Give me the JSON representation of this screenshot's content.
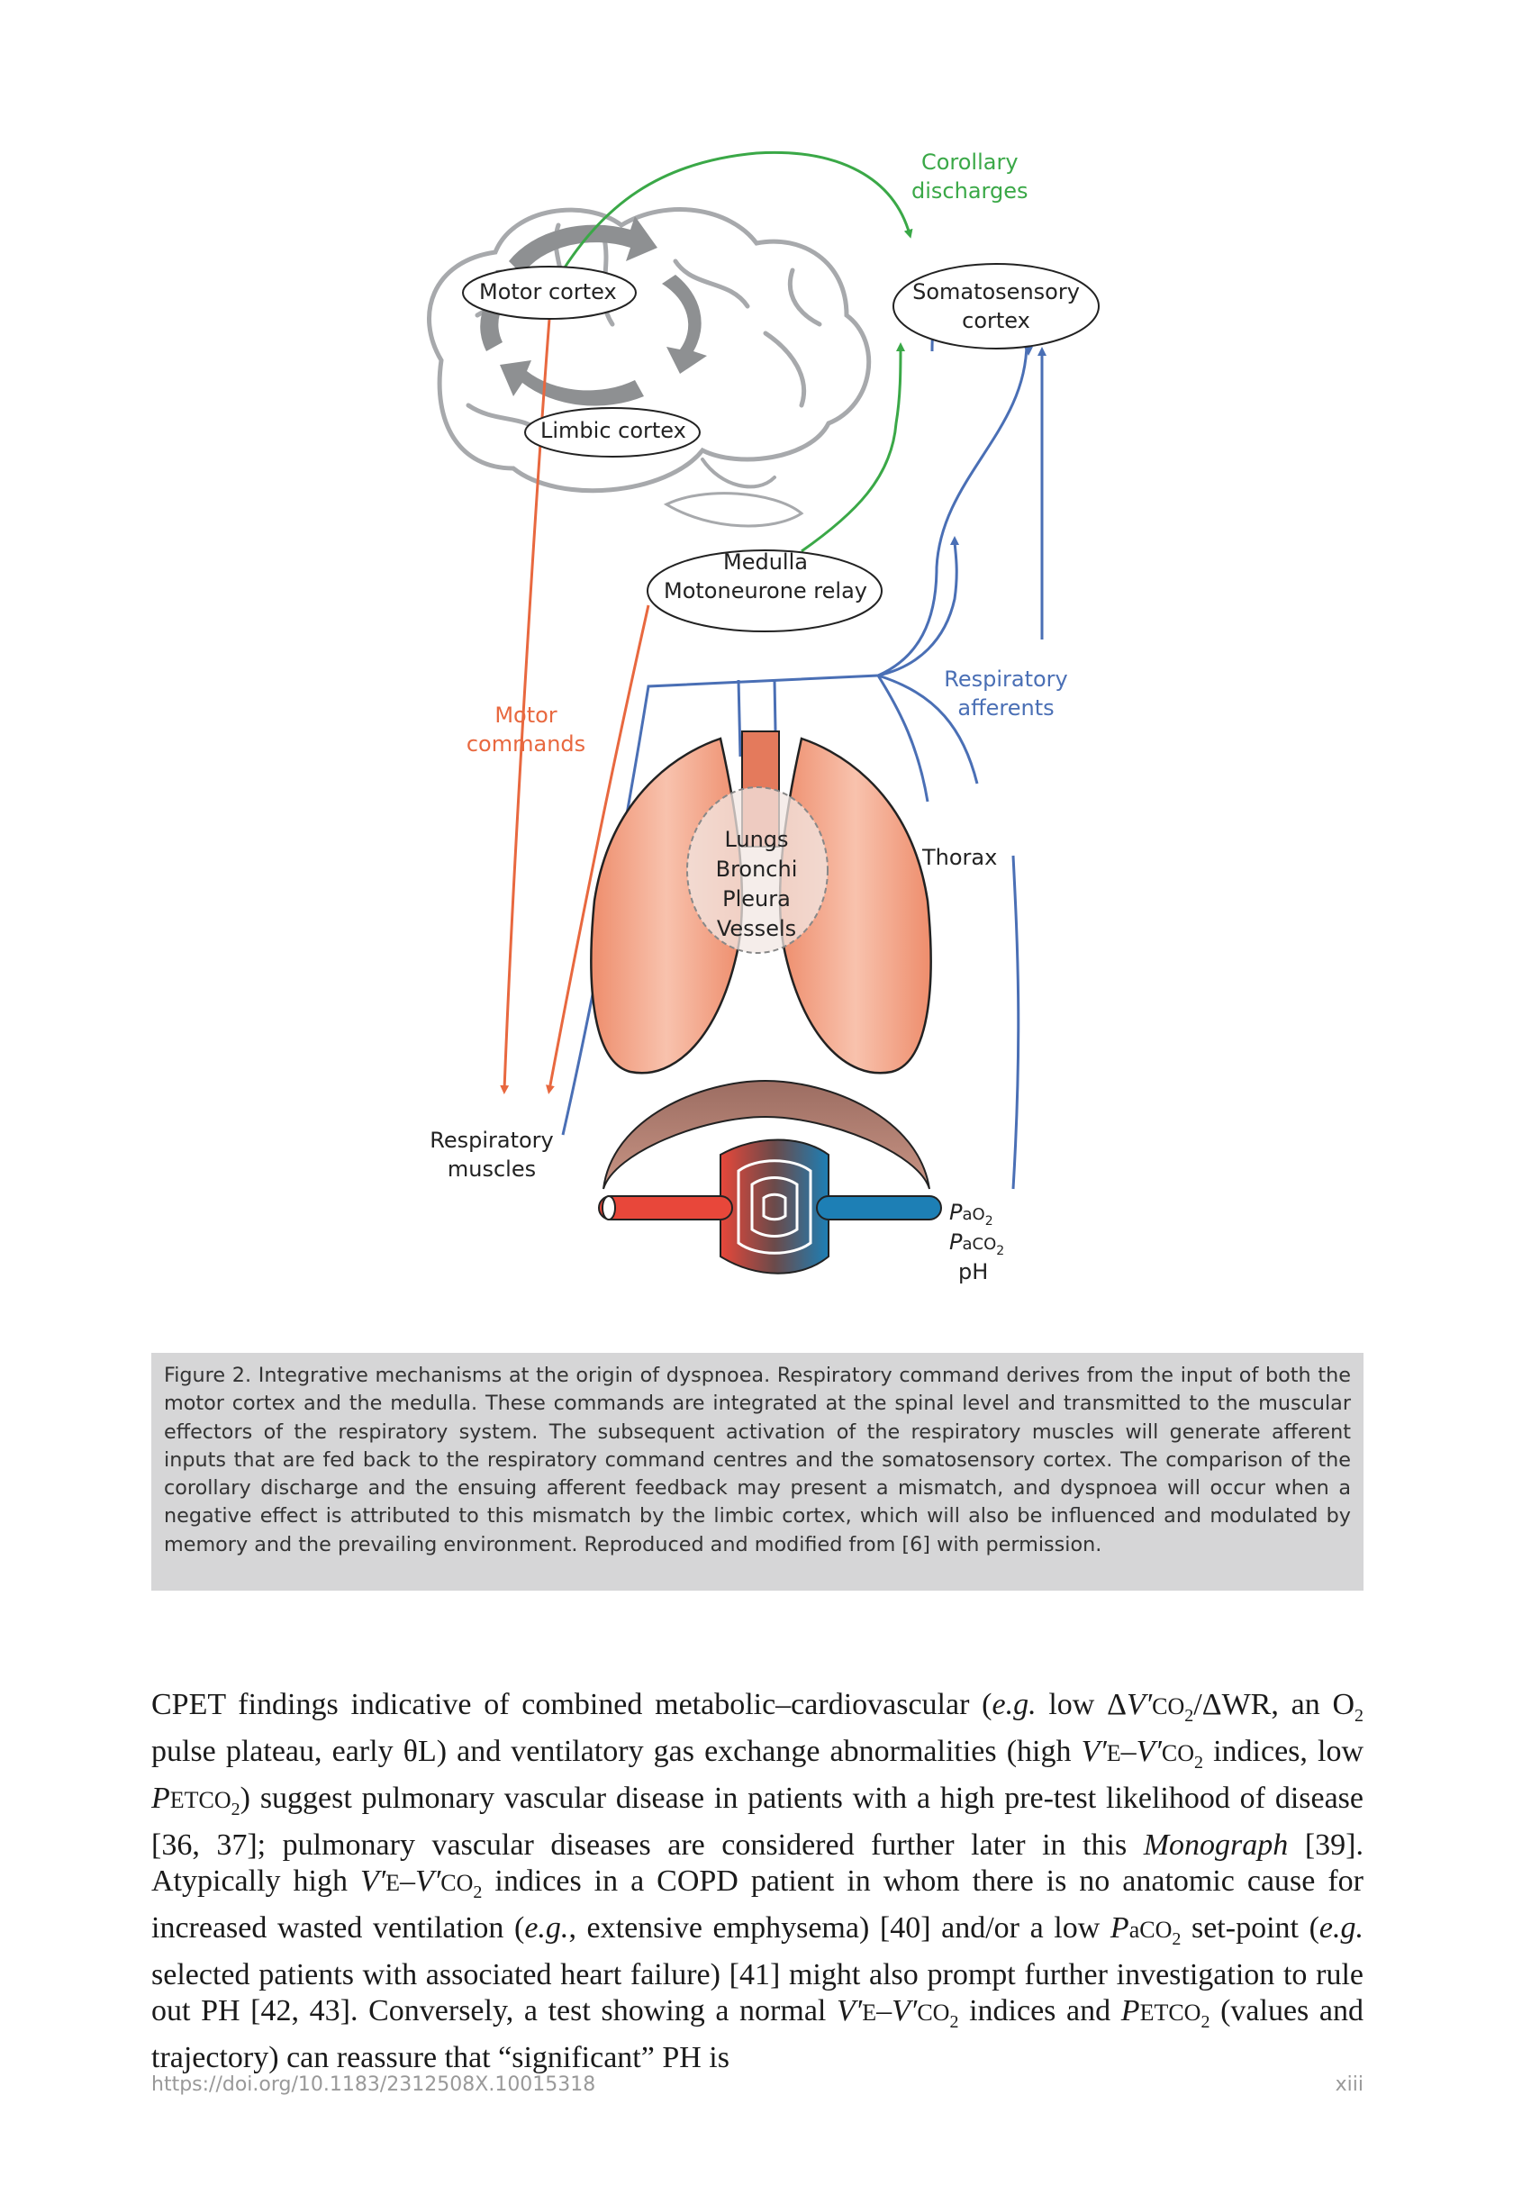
{
  "figure": {
    "labels": {
      "corollary": "Corollary\ndischarges",
      "motor_cortex": "Motor cortex",
      "somatosensory": "Somatosensory\ncortex",
      "limbic": "Limbic cortex",
      "medulla": "Medulla\nMotoneurone relay",
      "respiratory_afferents": "Respiratory\nafferents",
      "motor_commands": "Motor\ncommands",
      "lungs": "Lungs\nBronchi\nPleura\nVessels",
      "thorax": "Thorax",
      "resp_muscles": "Respiratory\nmuscles",
      "pao2": "Pao2",
      "paco2": "Paco2",
      "ph": "pH"
    },
    "colors": {
      "green": "#3aa847",
      "orange": "#e8683f",
      "blue": "#4a6fb5",
      "brain": "#a7a9ac",
      "lung": "#f2a083"
    }
  },
  "caption": "Figure 2. Integrative mechanisms at the origin of dyspnoea. Respiratory command derives from the input of both the motor cortex and the medulla. These commands are integrated at the spinal level and transmitted to the muscular effectors of the respiratory system. The subsequent activation of the respiratory muscles will generate afferent inputs that are fed back to the respiratory command centres and the somatosensory cortex. The comparison of the corollary discharge and the ensuing afferent feedback may present a mismatch, and dyspnoea will occur when a negative effect is attributed to this mismatch by the limbic cortex, which will also be influenced and modulated by memory and the prevailing environment. Reproduced and modified from [6] with permission.",
  "body": {
    "t1": "CPET findings indicative of combined metabolic–cardiovascular (",
    "eg1": "e.g.",
    "t2": " low Δ",
    "vco2_a": "V′",
    "co2_a": "CO",
    "t3": "/ΔWR, an O",
    "t4": " pulse plateau, early θL) and ventilatory gas exchange abnormalities (high ",
    "ve_a": "V′",
    "e_a": "E",
    "dash_a": "–",
    "vc_a": "V′",
    "co2_b": "CO",
    "t5": " indices, low ",
    "p_a": "P",
    "etco2_a": "ETCO",
    "t6": ") suggest pulmonary vascular disease in patients with a high pre-test likelihood of disease [36, 37]; pulmonary vascular diseases are considered further later in this ",
    "monograph": "Monograph",
    "t7": " [39]. Atypically high ",
    "ve_b": "V′",
    "e_b": "E",
    "dash_b": "–",
    "vc_b": "V′",
    "co2_c": "CO",
    "t8": " indices  in a COPD patient in whom there is no anatomic cause for increased wasted ventilation (",
    "eg2": "e.g.",
    "t9": ", extensive emphysema) [40] and/or a low ",
    "pa_a": "P",
    "aco2_a": "a",
    "aco2_b": "CO",
    "t10": " set-point (",
    "eg3": "e.g.",
    "t11": " selected patients with associated heart failure) [41] might also prompt further investigation to rule out PH [42, 43]. Conversely, a test showing a normal ",
    "ve_c": "V′",
    "e_c": "E",
    "dash_c": "–",
    "vc_c": "V′",
    "co2_d": "CO",
    "t12": " indices and ",
    "p_b": "P",
    "etco2_b": "ETCO",
    "t13": " (values and trajectory) can reassure that “significant” PH is",
    "sub2": "2"
  },
  "footer": {
    "doi": "https://doi.org/10.1183/2312508X.10015318",
    "page": "xiii"
  }
}
